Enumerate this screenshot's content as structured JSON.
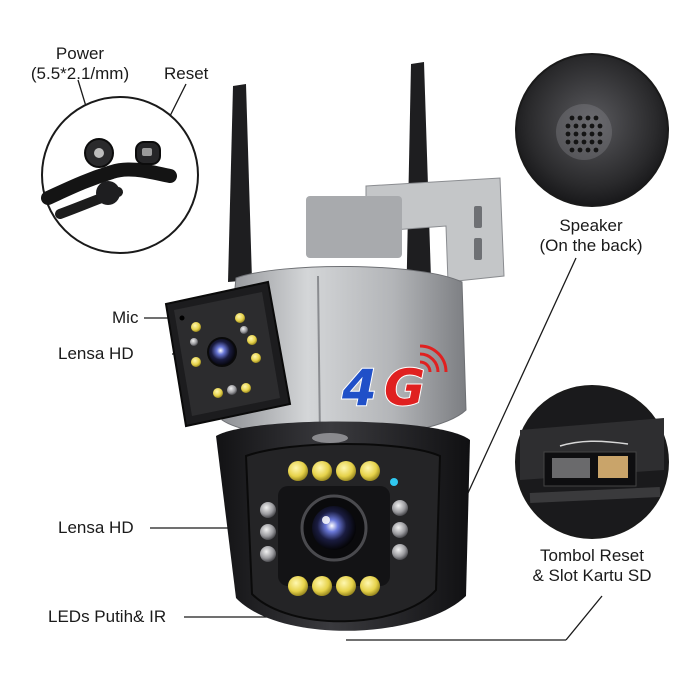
{
  "labels": {
    "power": "Power",
    "power_spec": "(5.5*2.1/mm)",
    "reset": "Reset",
    "mic": "Mic",
    "lens_top": "Lensa HD",
    "lens_bottom": "Lensa HD",
    "leds": "LEDs Putih& IR",
    "speaker": "Speaker",
    "speaker_note": "(On the back)",
    "sd_line1": "Tombol Reset",
    "sd_line2": "& Slot Kartu SD"
  },
  "badge": {
    "text_4": "4",
    "text_g": "G",
    "color_4": "#2050c8",
    "color_g": "#e02020"
  },
  "colors": {
    "body_silver": "#b8babd",
    "body_dark": "#2a2a2c",
    "led_yellow": "#e6d24a",
    "status_led": "#30c8f0"
  }
}
